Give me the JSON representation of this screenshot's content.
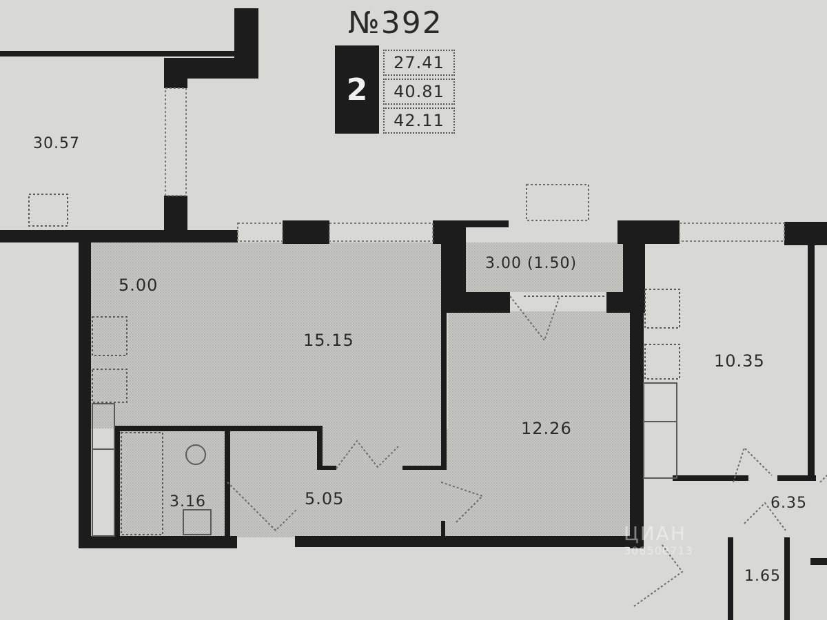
{
  "unit": {
    "number": "№392",
    "rooms": "2",
    "areas": [
      "27.41",
      "40.81",
      "42.11"
    ]
  },
  "rooms": {
    "neighbor_left": "30.57",
    "kitchen": "5.00",
    "living": "15.15",
    "balcony": "3.00 (1.50)",
    "bedroom": "12.26",
    "bathroom": "3.16",
    "hallway": "5.05",
    "neighbor_right": "10.35",
    "corridor": "6.35",
    "small_room": "1.65"
  },
  "watermark": {
    "brand": "ЦИАН",
    "id": "308500713"
  },
  "colors": {
    "paper": "#d8d8d4",
    "wall": "#1c1c1c",
    "unit_fill": "#c4c4c0",
    "text": "#2a2a2a"
  }
}
